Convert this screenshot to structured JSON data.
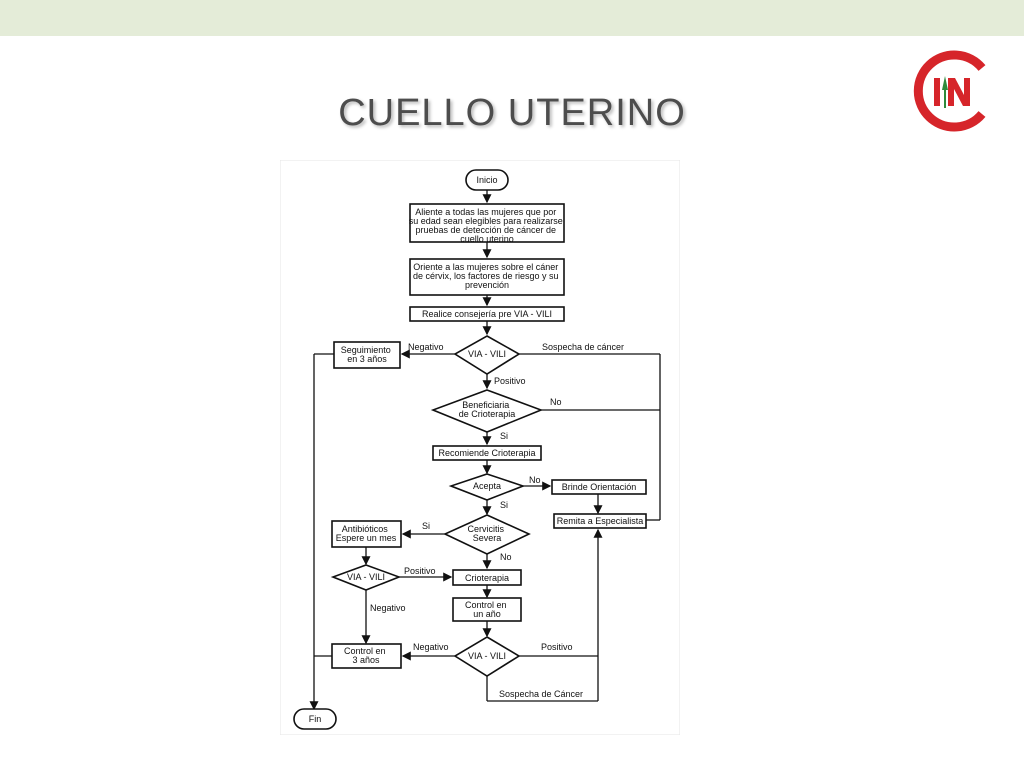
{
  "slide": {
    "title": "CUELLO UTERINO",
    "logo_text": "CIN"
  },
  "flowchart": {
    "inicio": "Inicio",
    "aliente": [
      "Aliente a todas las mujeres que por",
      "su edad sean elegibles para realizarse",
      "pruebas de detección de cáncer de",
      "cuello uterino"
    ],
    "oriente": [
      "Oriente a las mujeres sobre el cáner",
      "de cérvix, los factores de riesgo y su",
      "prevención"
    ],
    "consejeria": "Realice consejería pre VIA - VILI",
    "via_vili_1": "VIA - VILI",
    "negativo_1": "Negativo",
    "sospecha_1": "Sospecha de cáncer",
    "seguimiento": [
      "Seguimiento",
      "en 3 años"
    ],
    "positivo_1": "Positivo",
    "beneficiaria": [
      "Beneficiaria",
      "de Crioterapia"
    ],
    "no_1": "No",
    "si_1": "Si",
    "recomiende": "Recomiende Crioterapia",
    "acepta": "Acepta",
    "no_2": "No",
    "brinde": "Brinde Orientación",
    "si_2": "Si",
    "remita": "Remita a Especialista",
    "cervicitis": [
      "Cervicitis",
      "Severa"
    ],
    "si_3": "Si",
    "antibioticos": [
      "Antibióticos",
      "Espere un mes"
    ],
    "no_3": "No",
    "via_vili_2": "VIA - VILI",
    "positivo_2": "Positivo",
    "crioterapia": "Crioterapia",
    "negativo_2": "Negativo",
    "control_anio": [
      "Control en",
      "un año"
    ],
    "negativo_3": "Negativo",
    "via_vili_3": "VIA - VILI",
    "positivo_3": "Positivo",
    "control_3": [
      "Control en",
      "3 años"
    ],
    "sospecha_2": "Sospecha de Cáncer",
    "fin": "Fin"
  },
  "colors": {
    "top_band": "#e4ecd8",
    "title_text": "#4d4d4d",
    "logo_red": "#d6252a",
    "logo_green": "#2f8a3c"
  }
}
